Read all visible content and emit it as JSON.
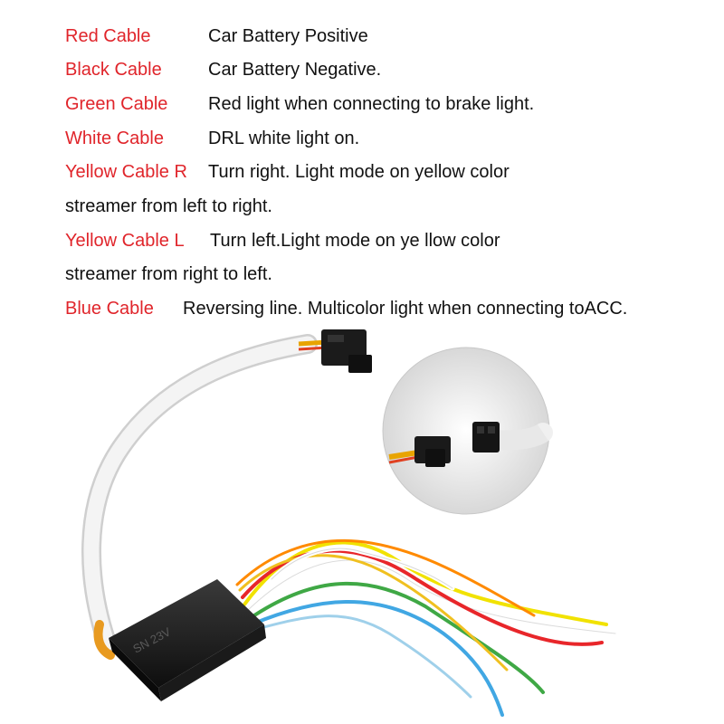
{
  "colors": {
    "label": "#e0252b",
    "text": "#111111"
  },
  "legend": [
    {
      "label": "Red Cable",
      "desc": "Car Battery Positive"
    },
    {
      "label": "Black Cable",
      "desc": "Car Battery Negative."
    },
    {
      "label": "Green Cable",
      "desc": "Red light when connecting to brake light."
    },
    {
      "label": "White Cable",
      "desc": "DRL white light on."
    },
    {
      "label": "Yellow Cable R",
      "desc": "Turn right. Light mode on yellow color",
      "cont": "streamer from left to right."
    },
    {
      "label": "Yellow Cable L",
      "desc": "Turn left.Light mode on ye llow color",
      "cont": "streamer from right to left."
    },
    {
      "label": "Blue Cable",
      "desc": "Reversing line.  Multicolor light when connecting toACC."
    }
  ],
  "module_text": "SN 23V"
}
